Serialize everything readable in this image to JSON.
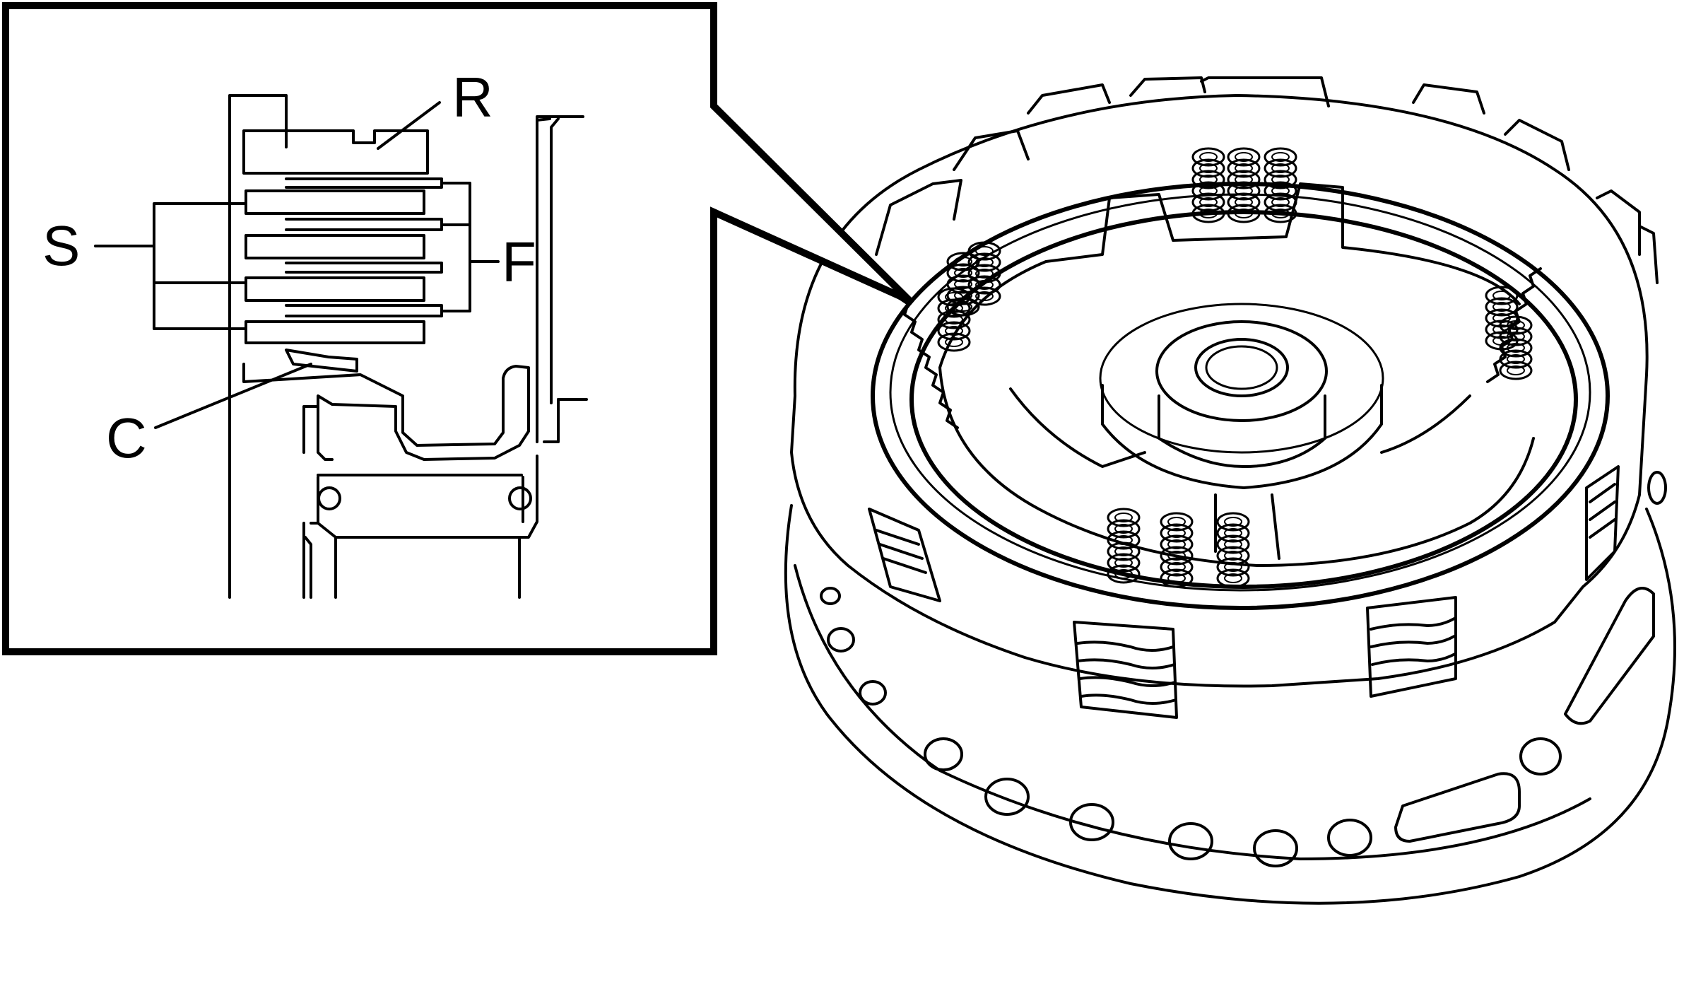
{
  "diagram": {
    "labels": {
      "r": "R",
      "s": "S",
      "f": "F",
      "c": "C"
    },
    "colors": {
      "ink": "#000000",
      "paper": "#ffffff"
    }
  }
}
